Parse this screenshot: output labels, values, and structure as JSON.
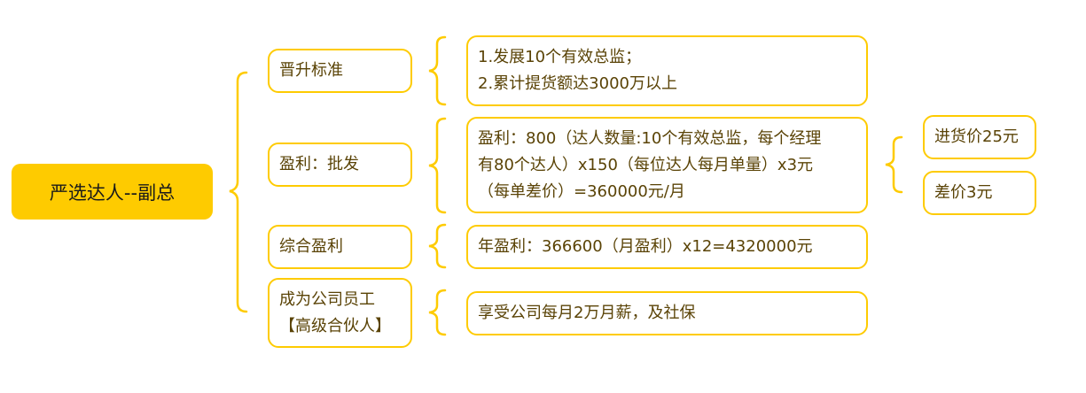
{
  "root": {
    "label": "严选达人--副总"
  },
  "branches": [
    {
      "label": "晋升标准",
      "detail": [
        "1.发展10个有效总监；",
        "2.累计提货额达3000万以上"
      ]
    },
    {
      "label": "盈利：批发",
      "detail": [
        "盈利：800（达人数量:10个有效总监，每个经理",
        "有80个达人）x150（每位达人每月单量）x3元",
        "（每单差价）=360000元/月"
      ],
      "sub": [
        "进货价25元",
        "差价3元"
      ]
    },
    {
      "label": "综合盈利",
      "detail": [
        "年盈利：366600（月盈利）x12=4320000元"
      ]
    },
    {
      "label_lines": [
        "成为公司员工",
        "【高级合伙人】"
      ],
      "detail": [
        "享受公司每月2万月薪，及社保"
      ]
    }
  ],
  "colors": {
    "accent": "#fecb00",
    "text": "#5a4306"
  }
}
